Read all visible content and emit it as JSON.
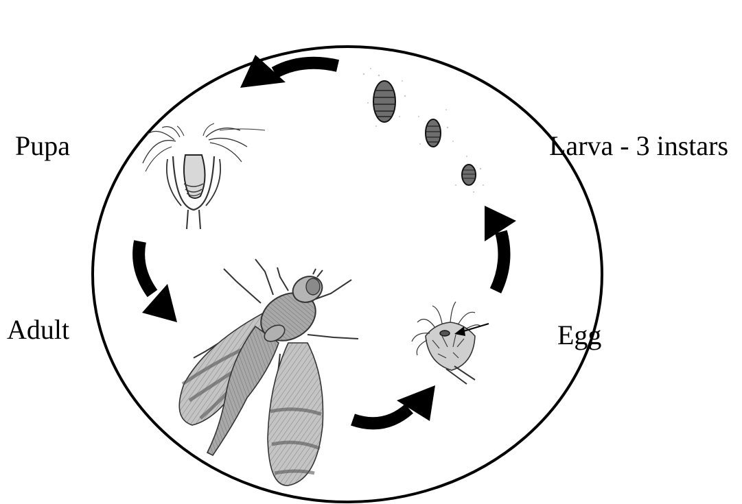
{
  "labels": {
    "pupa": "Pupa",
    "larva": "Larva - 3 instars",
    "adult": "Adult",
    "egg": "Egg"
  },
  "colors": {
    "ink": "#000000",
    "wing_fill": "#bdbdbd",
    "body_fill": "#9e9e9e",
    "larva_fill": "#6e6e6e",
    "background": "#ffffff"
  },
  "icons": {
    "cycle_arrows": "curved-arrow-icon",
    "egg_pointer": "pointer-arrow-icon"
  }
}
